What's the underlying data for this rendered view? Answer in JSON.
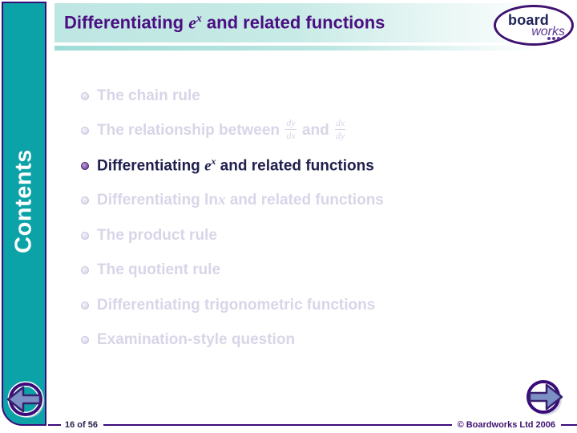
{
  "header": {
    "title": {
      "pre": "Differentiating ",
      "math_base": "e",
      "math_sup": "x",
      "post": " and related functions"
    }
  },
  "logo": {
    "word1": "board",
    "word2": "works"
  },
  "sidebar": {
    "label": "Contents"
  },
  "menu": {
    "active_index": 2,
    "items": [
      {
        "label": "The chain rule"
      },
      {
        "pre": "The relationship between ",
        "frac1": {
          "num": "dy",
          "den": "dx"
        },
        "mid": " and ",
        "frac2": {
          "num": "dx",
          "den": "dy"
        }
      },
      {
        "pre": "Differentiating ",
        "math_base": "e",
        "math_sup": "x",
        "post": " and related functions"
      },
      {
        "pre": "Differentiating ln",
        "math_italic": "x",
        "post": " and related functions"
      },
      {
        "label": "The product rule"
      },
      {
        "label": "The quotient rule"
      },
      {
        "label": "Differentiating trigonometric functions"
      },
      {
        "label": "Examination-style question"
      }
    ]
  },
  "footer": {
    "page_info": "16 of 56",
    "copyright": "© Boardworks Ltd 2006"
  },
  "colors": {
    "teal": "#0BA2A8",
    "purple_border": "#3A0C7A",
    "title_purple": "#4A0E82",
    "active_navy": "#20204E",
    "inactive_lavender": "#D9D5E8",
    "arrow_blue": "#7D90C5"
  }
}
